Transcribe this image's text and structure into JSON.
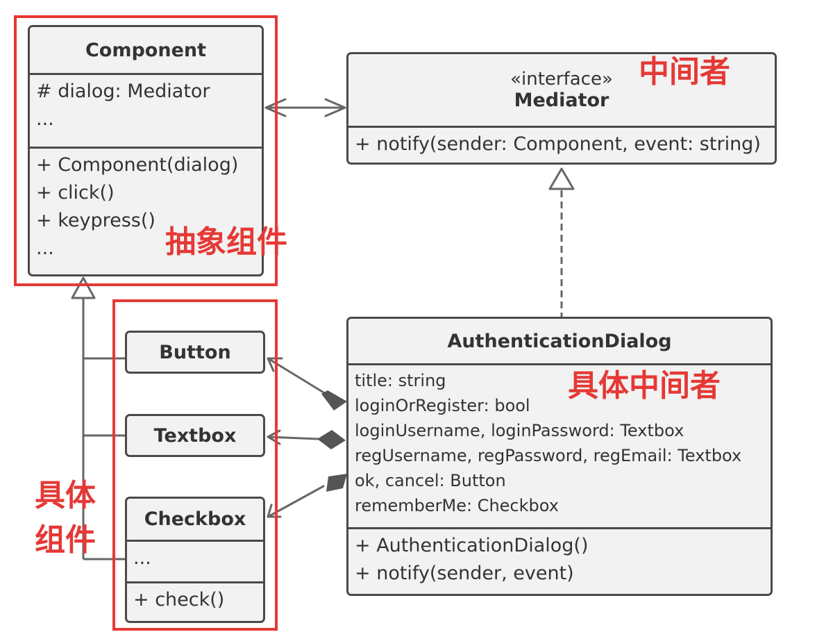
{
  "component": {
    "name": "Component",
    "fields": [
      "# dialog: Mediator",
      "..."
    ],
    "methods": [
      "+ Component(dialog)",
      "+ click()",
      "+ keypress()",
      "..."
    ]
  },
  "mediator": {
    "stereotype": "«interface»",
    "name": "Mediator",
    "methods": [
      "+ notify(sender: Component, event: string)"
    ]
  },
  "button": {
    "name": "Button"
  },
  "textbox": {
    "name": "Textbox"
  },
  "checkbox": {
    "name": "Checkbox",
    "fields": [
      "..."
    ],
    "methods": [
      "+ check()"
    ]
  },
  "auth_dialog": {
    "name": "AuthenticationDialog",
    "fields": [
      "title: string",
      "loginOrRegister: bool",
      "loginUsername, loginPassword: Textbox",
      "regUsername, regPassword, regEmail: Textbox",
      "ok, cancel: Button",
      "rememberMe: Checkbox"
    ],
    "methods": [
      "+ AuthenticationDialog()",
      "+ notify(sender, event)"
    ]
  },
  "annotations": {
    "mediator": "中间者",
    "abstract_component": "抽象组件",
    "concrete_mediator": "具体中间者",
    "concrete_component": [
      "具体",
      "组件"
    ]
  },
  "colors": {
    "box_fill": "#f2f2f2",
    "box_border": "#4a4a4a",
    "text": "#333333",
    "annotation": "#e53935",
    "edge": "#666666"
  }
}
